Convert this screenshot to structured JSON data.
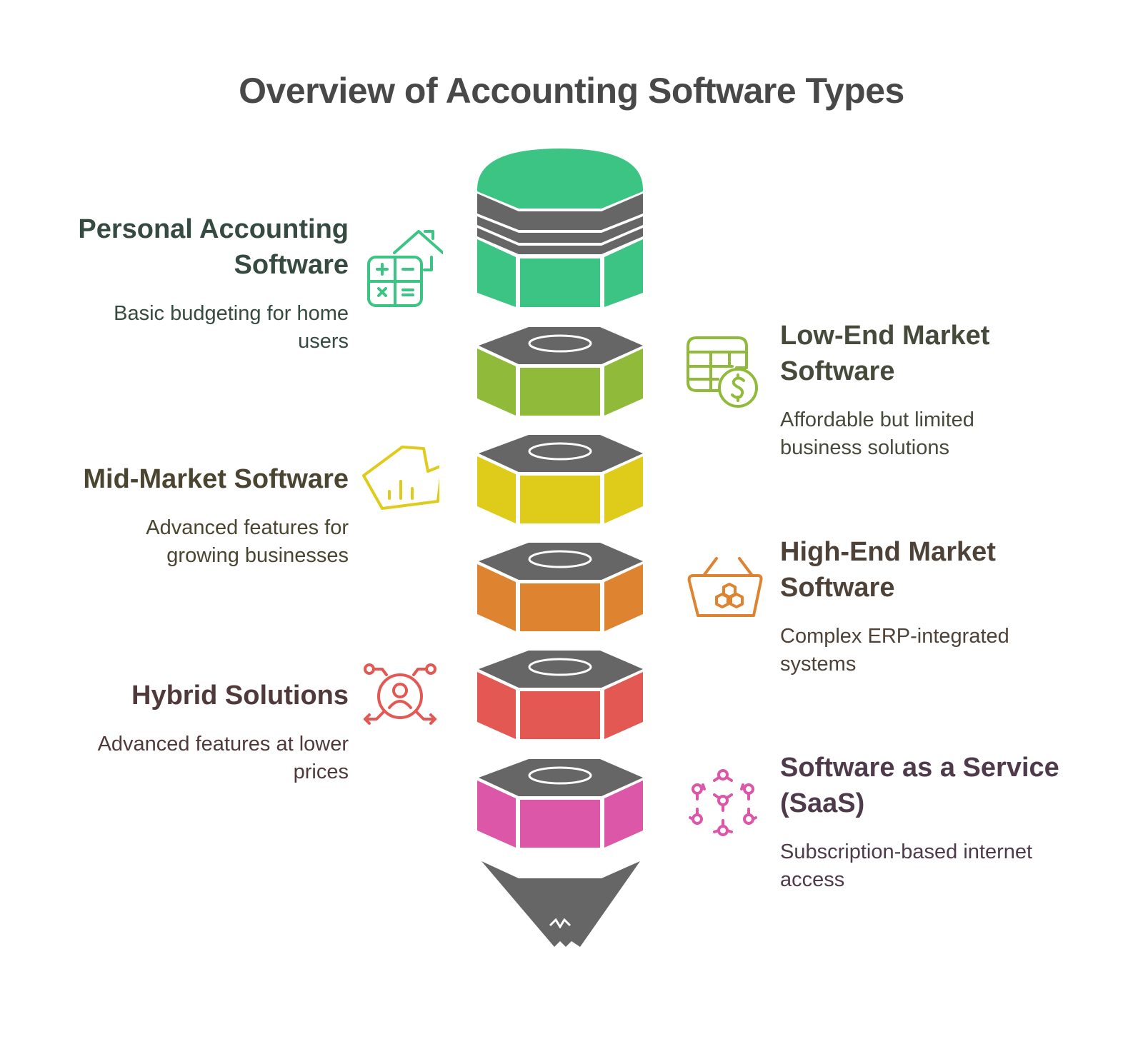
{
  "title": "Overview of Accounting Software Types",
  "colors": {
    "gray": "#666666",
    "personal": "#3CC485",
    "low_end": "#90BA3A",
    "mid_market": "#DFCC1A",
    "high_end": "#DE8330",
    "hybrid": "#E45853",
    "saas": "#DC57A8"
  },
  "items": [
    {
      "side": "left",
      "heading_line1": "Personal Accounting",
      "heading_line2": "Software",
      "desc_line1": "Basic budgeting for home",
      "desc_line2": "users",
      "icon": "calculator-house-icon",
      "color": "#3CC485",
      "text_color": "#354A40"
    },
    {
      "side": "right",
      "heading_line1": "Low-End Market",
      "heading_line2": "Software",
      "desc_line1": "Affordable but limited",
      "desc_line2": "business solutions",
      "icon": "spreadsheet-dollar-icon",
      "color": "#90BA3A",
      "text_color": "#464A3A"
    },
    {
      "side": "left",
      "heading_line1": "Mid-Market Software",
      "heading_line2": "",
      "desc_line1": "Advanced features for",
      "desc_line2": "growing businesses",
      "icon": "chart-badge-icon",
      "color": "#DFCC1A",
      "text_color": "#4A4530"
    },
    {
      "side": "right",
      "heading_line1": "High-End Market",
      "heading_line2": "Software",
      "desc_line1": "Complex ERP-integrated",
      "desc_line2": "systems",
      "icon": "basket-hexagons-icon",
      "color": "#DE8330",
      "text_color": "#4E4238"
    },
    {
      "side": "left",
      "heading_line1": "Hybrid Solutions",
      "heading_line2": "",
      "desc_line1": "Advanced features at lower",
      "desc_line2": "prices",
      "icon": "user-network-icon",
      "color": "#E45853",
      "text_color": "#4F393A"
    },
    {
      "side": "right",
      "heading_line1": "Software as a Service",
      "heading_line2": "(SaaS)",
      "desc_line1": "Subscription-based internet",
      "desc_line2": "access",
      "icon": "network-nodes-icon",
      "color": "#DC57A8",
      "text_color": "#4E3A4A"
    }
  ]
}
